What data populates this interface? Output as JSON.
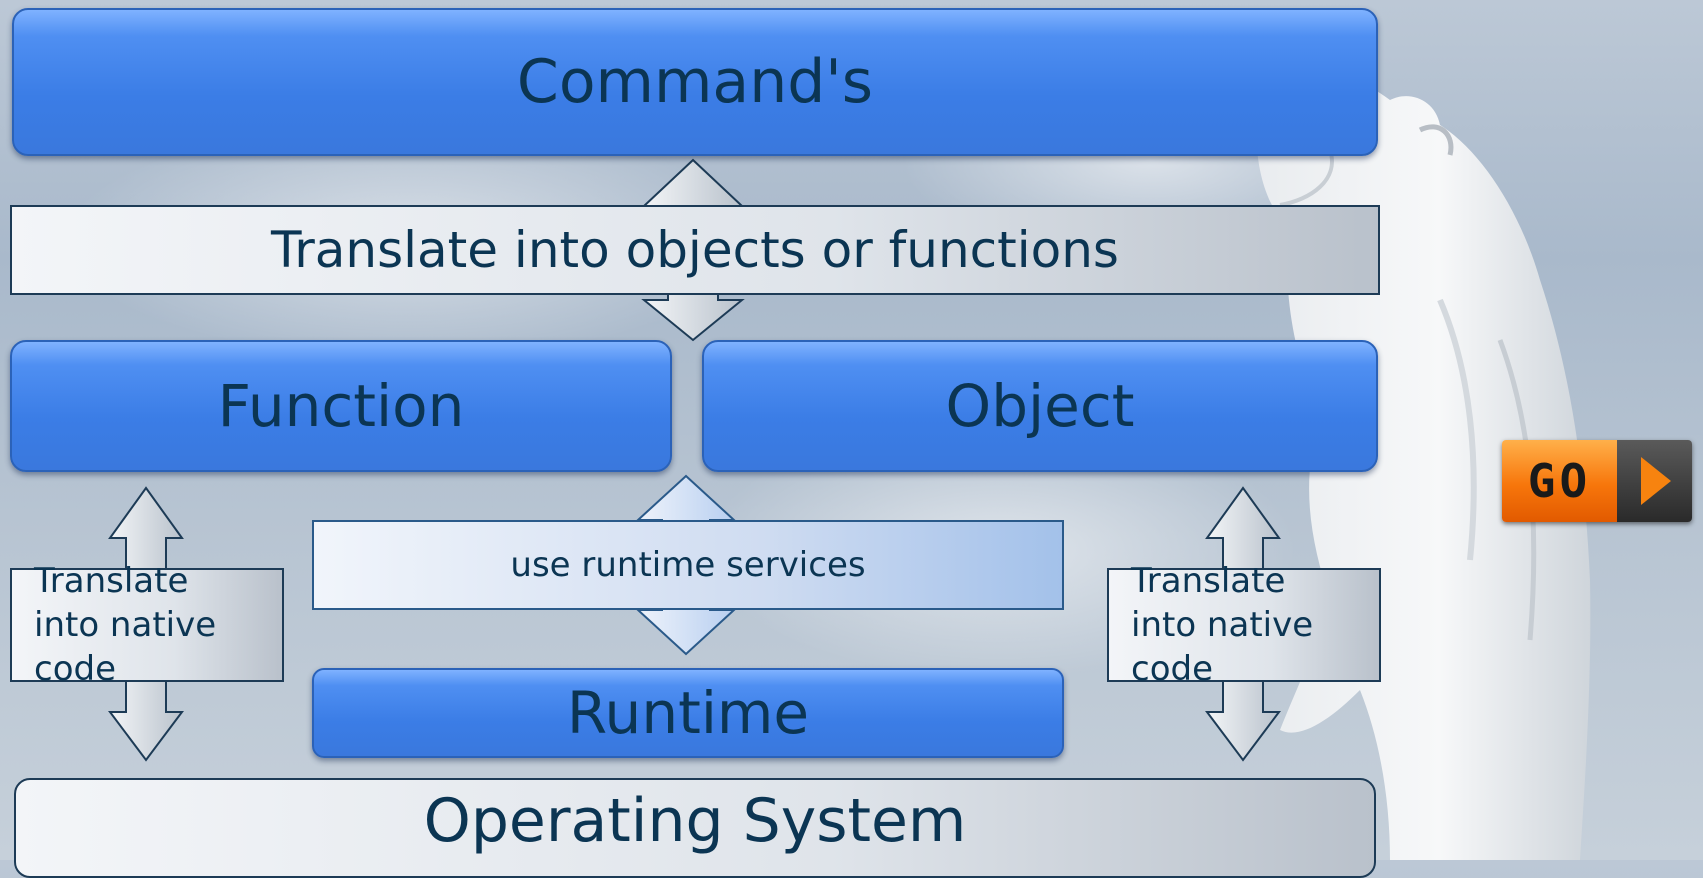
{
  "diagram": {
    "commands_label": "Command's",
    "translate_objects_label": "Translate into objects or functions",
    "function_label": "Function",
    "object_label": "Object",
    "runtime_services_label": "use runtime services",
    "runtime_label": "Runtime",
    "native_left_label": "Translate into native code",
    "native_right_label": "Translate into native code",
    "os_label": "Operating System"
  },
  "go_button": {
    "label": "GO",
    "icon": "play-triangle-icon"
  },
  "colors": {
    "box_blue": "#3b7de6",
    "text": "#0b3553",
    "go_orange": "#f7760b"
  }
}
